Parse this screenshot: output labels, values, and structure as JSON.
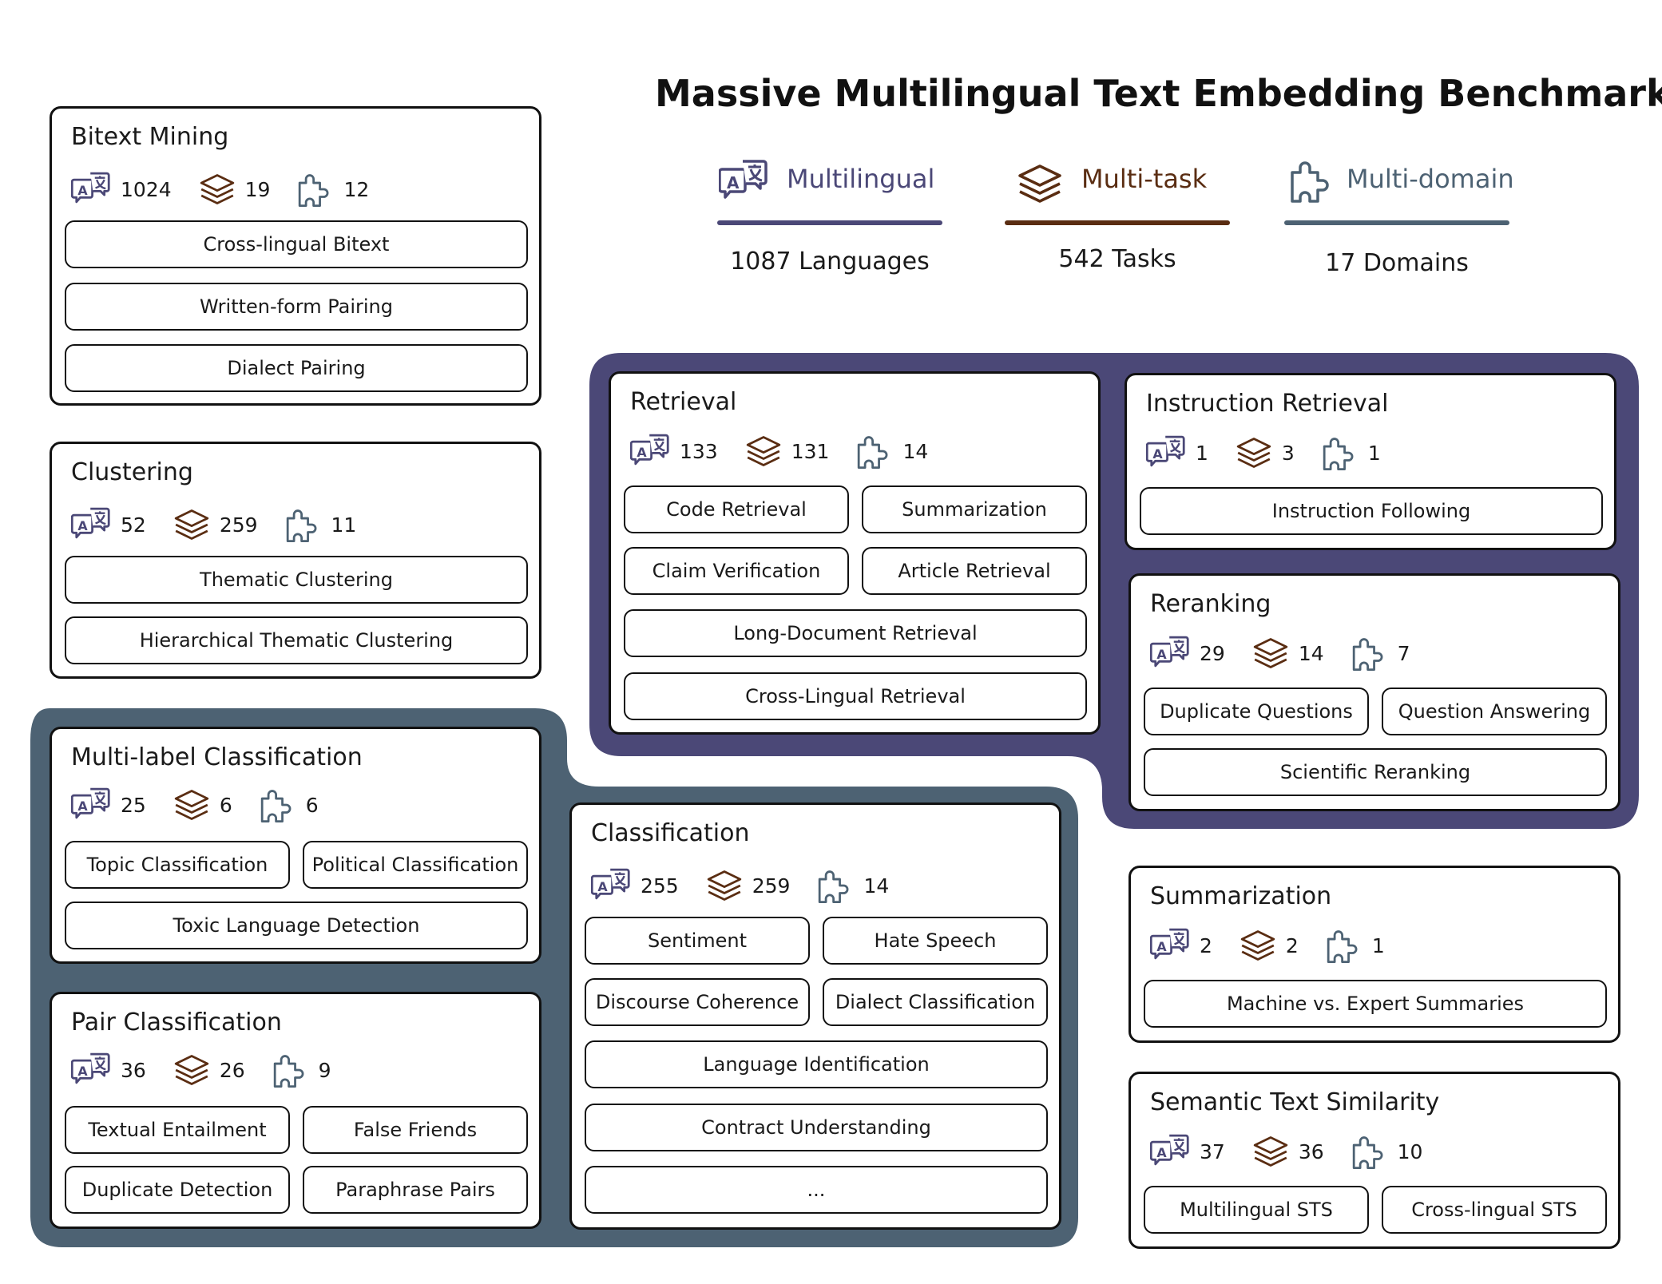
{
  "title": "Massive Multilingual Text Embedding Benchmark",
  "colors": {
    "multilingual": "#4b4877",
    "multitask": "#5a2d12",
    "multidomain": "#4d6273",
    "purple_region": "#4b4877",
    "slate_region": "#4d6273"
  },
  "header": {
    "multilingual": {
      "label": "Multilingual",
      "count": "1087 Languages",
      "icon": "translate-icon"
    },
    "multitask": {
      "label": "Multi-task",
      "count": "542 Tasks",
      "icon": "layers-icon"
    },
    "multidomain": {
      "label": "Multi-domain",
      "count": "17 Domains",
      "icon": "puzzle-icon"
    }
  },
  "cards": {
    "bitext": {
      "title": "Bitext Mining",
      "lang": "1024",
      "tasks": "19",
      "domains": "12",
      "items": [
        "Cross-lingual Bitext",
        "Written-form Pairing",
        "Dialect Pairing"
      ]
    },
    "clustering": {
      "title": "Clustering",
      "lang": "52",
      "tasks": "259",
      "domains": "11",
      "items": [
        "Thematic Clustering",
        "Hierarchical Thematic Clustering"
      ]
    },
    "multilabel": {
      "title": "Multi-label Classification",
      "lang": "25",
      "tasks": "6",
      "domains": "6",
      "items": [
        "Topic Classification",
        "Political Classification",
        "Toxic Language  Detection"
      ]
    },
    "pair": {
      "title": "Pair Classification",
      "lang": "36",
      "tasks": "26",
      "domains": "9",
      "items": [
        "Textual Entailment",
        "False Friends",
        "Duplicate Detection",
        "Paraphrase Pairs"
      ]
    },
    "classification": {
      "title": "Classification",
      "lang": "255",
      "tasks": "259",
      "domains": "14",
      "items": [
        "Sentiment",
        "Hate Speech",
        "Discourse Coherence",
        "Dialect Classification",
        "Language Identification",
        "Contract Understanding",
        "..."
      ]
    },
    "retrieval": {
      "title": "Retrieval",
      "lang": "133",
      "tasks": "131",
      "domains": "14",
      "items": [
        "Code Retrieval",
        "Summarization",
        "Claim Verification",
        "Article Retrieval",
        "Long-Document Retrieval",
        "Cross-Lingual Retrieval"
      ]
    },
    "instruction": {
      "title": "Instruction Retrieval",
      "lang": "1",
      "tasks": "3",
      "domains": "1",
      "items": [
        "Instruction Following"
      ]
    },
    "reranking": {
      "title": "Reranking",
      "lang": "29",
      "tasks": "14",
      "domains": "7",
      "items": [
        "Duplicate Questions",
        "Question Answering",
        "Scientific Reranking"
      ]
    },
    "summarization": {
      "title": "Summarization",
      "lang": "2",
      "tasks": "2",
      "domains": "1",
      "items": [
        "Machine vs. Expert Summaries"
      ]
    },
    "sts": {
      "title": "Semantic Text Similarity",
      "lang": "37",
      "tasks": "36",
      "domains": "10",
      "items": [
        "Multilingual STS",
        "Cross-lingual STS"
      ]
    }
  }
}
